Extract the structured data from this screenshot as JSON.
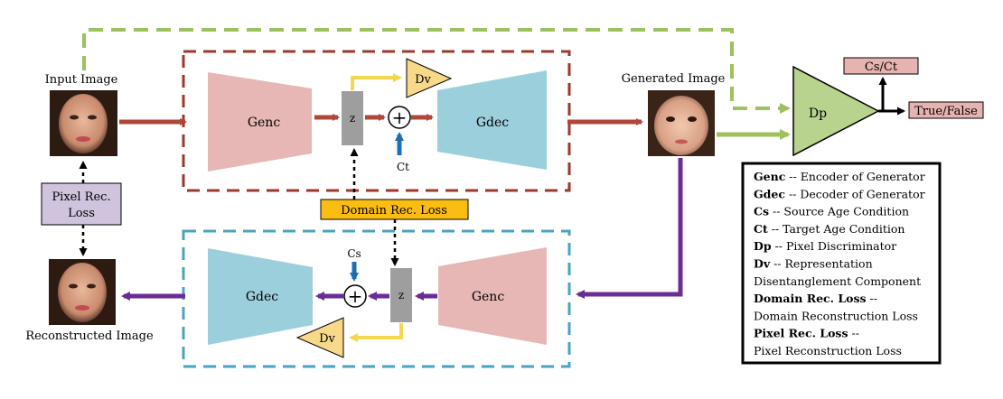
{
  "colors": {
    "encoder": "#e6b7b4",
    "decoder": "#9ccfdc",
    "latent": "#9e9e9e",
    "discriminator": "#b8d38e",
    "repr": "#f8d98a",
    "arrow_red": "#b0463a",
    "arrow_purple": "#6a2d95",
    "arrow_blue": "#1f6fb0",
    "arrow_yellow": "#f5d650",
    "arrow_green": "#9dc15f",
    "box_top": "#9a3a2e",
    "box_bottom": "#4ba3bf",
    "pixel_loss_box": "#cfc3dd",
    "domain_loss_box": "#fbbd12",
    "output_box": "#e7b3b0"
  },
  "labels": {
    "input_image": "Input Image",
    "generated_image": "Generated Image",
    "reconstructed_image": "Reconstructed Image",
    "top_genc": "Genc",
    "top_gdec": "Gdec",
    "bottom_genc": "Genc",
    "bottom_gdec": "Gdec",
    "z_top": "z",
    "z_bottom": "z",
    "dv_top": "Dv",
    "dv_bottom": "Dv",
    "ct": "Ct",
    "cs": "Cs",
    "plus": "+",
    "dp": "Dp",
    "cs_ct": "Cs/Ct",
    "true_false": "True/False",
    "pixel_rec_loss_line1": "Pixel Rec.",
    "pixel_rec_loss_line2": "Loss",
    "domain_rec_loss": "Domain Rec. Loss"
  },
  "legend": [
    {
      "bold": "Genc",
      "text": " -- Encoder of Generator"
    },
    {
      "bold": "Gdec",
      "text": " -- Decoder of Generator"
    },
    {
      "bold": "Cs",
      "text": " --  Source Age Condition"
    },
    {
      "bold": "Ct",
      "text": " --  Target Age Condition"
    },
    {
      "bold": "Dp",
      "text": "  --  Pixel Discriminator"
    },
    {
      "bold": "Dv",
      "text": " --  Representation"
    },
    {
      "bold": "",
      "text": "Disentanglement Component"
    },
    {
      "bold": "Domain Rec. Loss",
      "text": " --"
    },
    {
      "bold": "",
      "text": "Domain Reconstruction Loss"
    },
    {
      "bold": "Pixel Rec. Loss",
      "text": " --"
    },
    {
      "bold": "",
      "text": "Pixel Reconstruction Loss"
    }
  ]
}
